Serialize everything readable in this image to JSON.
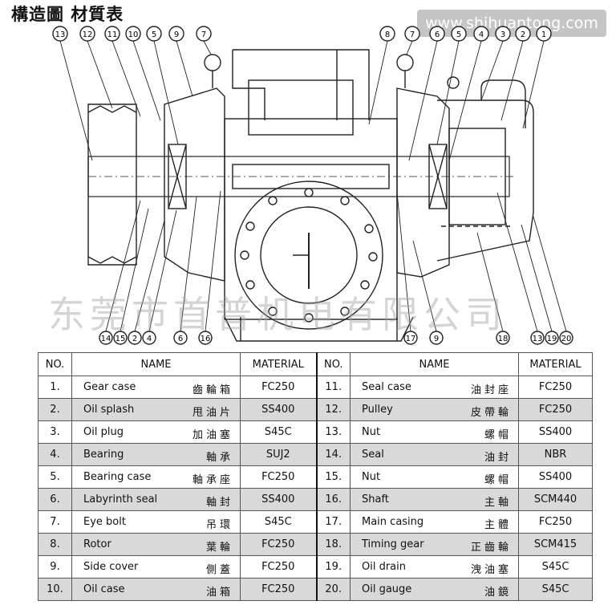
{
  "header": {
    "title": "構造圖  材質表",
    "watermark_url": "www.shihuantong.com"
  },
  "watermark_cn": "东莞市首普机电有限公司",
  "diagram": {
    "top_balloons": [
      "13",
      "12",
      "11",
      "10",
      "5",
      "9",
      "7",
      "8",
      "7",
      "6",
      "5",
      "4",
      "3",
      "2",
      "1"
    ],
    "bottom_balloons": [
      "14",
      "15",
      "2",
      "4",
      "6",
      "16",
      "17",
      "9",
      "18",
      "13",
      "19",
      "20"
    ]
  },
  "table": {
    "headers": {
      "no": "NO.",
      "name": "NAME",
      "material": "MATERIAL"
    },
    "rows": [
      {
        "left": {
          "no": "1.",
          "en": "Gear case",
          "zh": "齒輪箱",
          "mat": "FC250"
        },
        "right": {
          "no": "11.",
          "en": "Seal case",
          "zh": "油封座",
          "mat": "FC250"
        }
      },
      {
        "left": {
          "no": "2.",
          "en": "Oil splash",
          "zh": "甩油片",
          "mat": "SS400"
        },
        "right": {
          "no": "12.",
          "en": "Pulley",
          "zh": "皮帶輪",
          "mat": "FC250"
        }
      },
      {
        "left": {
          "no": "3.",
          "en": "Oil plug",
          "zh": "加油塞",
          "mat": "S45C"
        },
        "right": {
          "no": "13.",
          "en": "Nut",
          "zh": "螺帽",
          "mat": "SS400"
        }
      },
      {
        "left": {
          "no": "4.",
          "en": "Bearing",
          "zh": "軸承",
          "mat": "SUJ2"
        },
        "right": {
          "no": "14.",
          "en": "Seal",
          "zh": "油封",
          "mat": "NBR"
        }
      },
      {
        "left": {
          "no": "5.",
          "en": "Bearing case",
          "zh": "軸承座",
          "mat": "FC250"
        },
        "right": {
          "no": "15.",
          "en": "Nut",
          "zh": "螺帽",
          "mat": "SS400"
        }
      },
      {
        "left": {
          "no": "6.",
          "en": "Labyrinth seal",
          "zh": "軸封",
          "mat": "SS400"
        },
        "right": {
          "no": "16.",
          "en": "Shaft",
          "zh": "主軸",
          "mat": "SCM440"
        }
      },
      {
        "left": {
          "no": "7.",
          "en": "Eye bolt",
          "zh": "吊環",
          "mat": "S45C"
        },
        "right": {
          "no": "17.",
          "en": "Main casing",
          "zh": "主體",
          "mat": "FC250"
        }
      },
      {
        "left": {
          "no": "8.",
          "en": "Rotor",
          "zh": "葉輪",
          "mat": "FC250"
        },
        "right": {
          "no": "18.",
          "en": "Timing gear",
          "zh": "正齒輪",
          "mat": "SCM415"
        }
      },
      {
        "left": {
          "no": "9.",
          "en": "Side cover",
          "zh": "側蓋",
          "mat": "FC250"
        },
        "right": {
          "no": "19.",
          "en": "Oil drain",
          "zh": "洩油塞",
          "mat": "S45C"
        }
      },
      {
        "left": {
          "no": "10.",
          "en": "Oil case",
          "zh": "油箱",
          "mat": "FC250"
        },
        "right": {
          "no": "20.",
          "en": "Oil gauge",
          "zh": "油鏡",
          "mat": "S45C"
        }
      }
    ]
  }
}
